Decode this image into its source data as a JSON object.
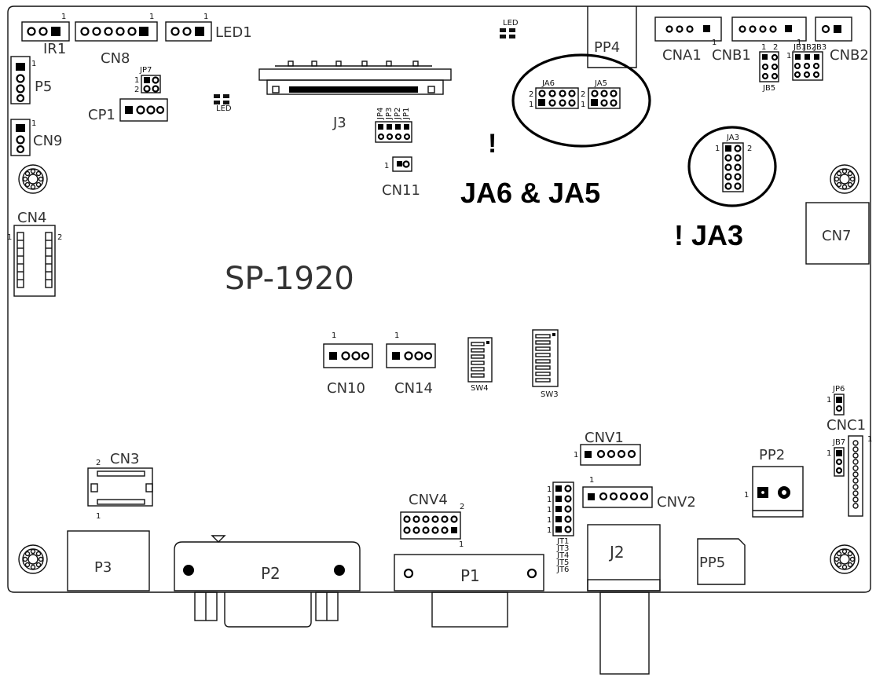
{
  "board": {
    "model": "SP-1920",
    "callouts": {
      "ja6_ja5": "JA6 & JA5",
      "ja3": "JA3",
      "marker": "!"
    },
    "connectors": {
      "ir1": "IR1",
      "cn8": "CN8",
      "led1": "LED1",
      "p5": "P5",
      "cn9": "CN9",
      "cp1": "CP1",
      "jp7": "JP7",
      "j3": "J3",
      "jp4": "JP4",
      "jp3": "JP3",
      "jp2": "JP2",
      "jp1": "JP1",
      "cn11": "CN11",
      "pp4": "PP4",
      "ja6": "JA6",
      "ja5": "JA5",
      "ja3": "JA3",
      "cna1": "CNA1",
      "cnb1": "CNB1",
      "jb1": "JB1",
      "jb2": "JB2",
      "jb3": "JB3",
      "jb5": "JB5",
      "cnb2": "CNB2",
      "cn4": "CN4",
      "cn7": "CN7",
      "cn10": "CN10",
      "cn14": "CN14",
      "sw4": "SW4",
      "sw3": "SW3",
      "cnv1": "CNV1",
      "cnv2": "CNV2",
      "cnv4": "CNV4",
      "jt1": "JT1",
      "jt3": "JT3",
      "jt4": "JT4",
      "jt5": "JT5",
      "jt6": "JT6",
      "jp6": "JP6",
      "jb7": "JB7",
      "cnc1": "CNC1",
      "pp2": "PP2",
      "cn3": "CN3",
      "p3": "P3",
      "p2": "P2",
      "p1": "P1",
      "j2": "J2",
      "pp5": "PP5",
      "led_small": "LED"
    },
    "pin_numbers": {
      "one": "1",
      "two": "2"
    }
  }
}
